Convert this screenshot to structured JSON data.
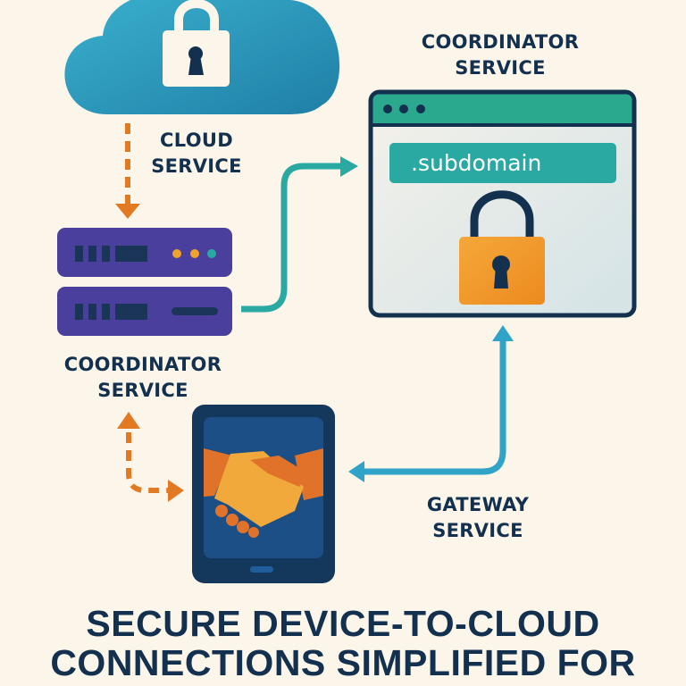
{
  "diagram": {
    "nodes": {
      "cloud_service": {
        "label_line1": "CLOUD",
        "label_line2": "SERVICE",
        "icon": "cloud-lock-icon"
      },
      "coordinator_server": {
        "label_line1": "COORDINATOR",
        "label_line2": "SERVICE",
        "icon": "server-icon"
      },
      "coordinator_browser": {
        "label_line1": "COORDINATOR",
        "label_line2": "SERVICE",
        "icon": "browser-window-icon",
        "address_text": ".subdomain"
      },
      "device": {
        "icon": "tablet-handshake-icon"
      },
      "gateway_service": {
        "label_line1": "GATEWAY",
        "label_line2": "SERVICE"
      }
    },
    "edges": [
      {
        "from": "cloud_service",
        "to": "coordinator_server",
        "style": "dashed",
        "color": "#e27a24"
      },
      {
        "from": "coordinator_server",
        "to": "coordinator_browser",
        "style": "solid",
        "color": "#2aa9a3"
      },
      {
        "from": "device",
        "to": "coordinator_server",
        "style": "dashed",
        "color": "#e27a24",
        "bidirectional": true
      },
      {
        "from": "coordinator_browser",
        "to": "device",
        "style": "solid",
        "color": "#2fa3c8",
        "bidirectional": true
      }
    ]
  },
  "title": {
    "line1": "SECURE DEVICE-TO-CLOUD",
    "line2": "CONNECTIONS SIMPLIFIED FOR"
  },
  "colors": {
    "background": "#fbf5ea",
    "navy": "#13314f",
    "cloud": "#2f9cc0",
    "server": "#4a3f9c",
    "teal": "#2aa9a3",
    "orange": "#e27a24",
    "lock_orange": "#f29b2c"
  }
}
